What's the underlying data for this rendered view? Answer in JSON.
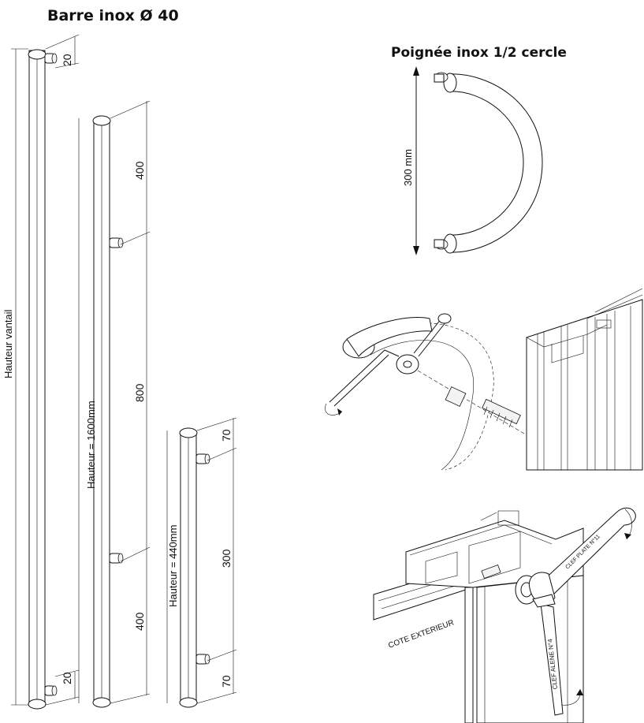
{
  "titles": {
    "bar": "Barre inox Ø 40",
    "handle": "Poignée inox 1/2 cercle"
  },
  "bar_full": {
    "height_label": "Hauteur vantail",
    "top_offset": "20",
    "bottom_offset": "20"
  },
  "bar_1600": {
    "height_label": "Hauteur = 1600mm",
    "top_spacing": "400",
    "middle_spacing": "800",
    "bottom_spacing": "400"
  },
  "bar_440": {
    "height_label": "Hauteur = 440mm",
    "top_spacing": "70",
    "middle_spacing": "300",
    "bottom_spacing": "70"
  },
  "handle": {
    "height_label": "300 mm"
  },
  "assembly": {
    "exterior_label": "COTE EXTERIEUR",
    "allen_key_label": "CLEF ALENE N°4",
    "flat_key_label": "CLEF PLATE N°11"
  }
}
